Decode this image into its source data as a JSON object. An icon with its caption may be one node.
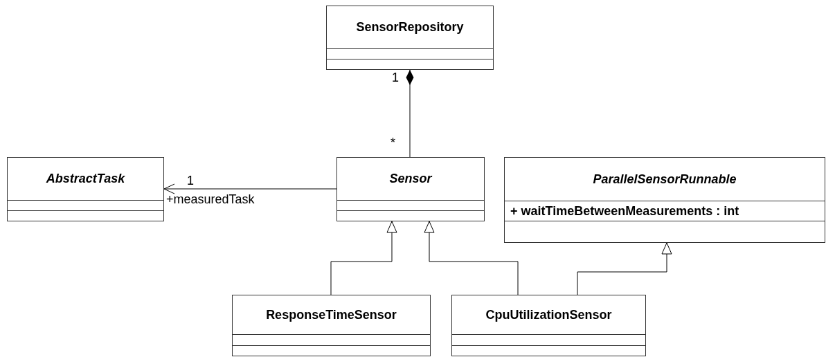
{
  "diagram": {
    "nodes": [
      {
        "text": [
          "SensorRepository"
        ]
      },
      {
        "text": [
          "AbstractTask"
        ]
      },
      {
        "text": [
          "Sensor"
        ]
      },
      {
        "text": [
          "ParallelSensorRunnable",
          "+ waitTimeBetweenMeasurements : int"
        ]
      },
      {
        "text": [
          "ResponseTimeSensor"
        ]
      },
      {
        "text": [
          "CpuUtilizationSensor"
        ]
      }
    ],
    "edges": [
      {
        "from": 2,
        "to": 0,
        "arrow": "other"
      },
      {
        "from": 2,
        "to": 1,
        "arrow": "to"
      },
      {
        "from": 4,
        "to": 2,
        "arrow": "to"
      },
      {
        "from": 5,
        "to": 2,
        "arrow": "to"
      },
      {
        "from": 5,
        "to": 3,
        "arrow": "to"
      }
    ],
    "labels": [
      "1",
      "*",
      "1",
      "+measuredTask"
    ]
  }
}
